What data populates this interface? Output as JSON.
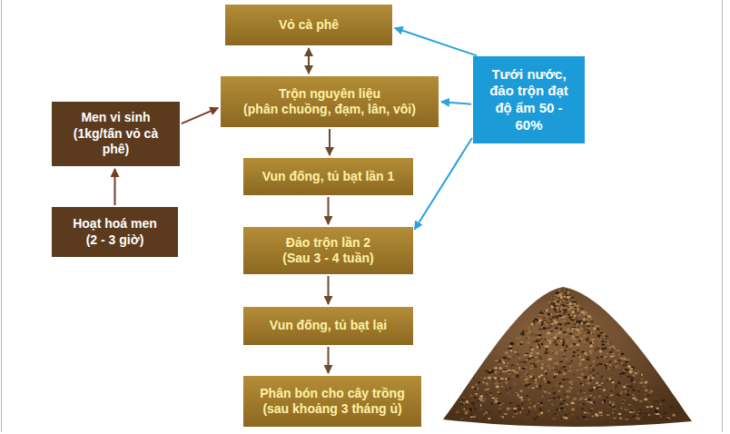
{
  "diagram": {
    "nodes": [
      {
        "text": [
          "Vỏ cà phê"
        ]
      },
      {
        "text": [
          "Trộn nguyên liệu",
          "(phân chuồng, đạm, lân, vôi)"
        ]
      },
      {
        "text": [
          "Men vi sinh",
          "(1kg/tấn vỏ cà phê)"
        ]
      },
      {
        "text": [
          "Tưới nước, đảo trộn đạt độ ẩm 50 - 60%"
        ]
      },
      {
        "text": [
          "Vun đống, tủ bạt lần 1"
        ]
      },
      {
        "text": [
          "Hoạt hoá men",
          "(2 - 3 giờ)"
        ]
      },
      {
        "text": [
          "Đảo trộn lần 2",
          "(Sau 3 - 4 tuần)"
        ]
      },
      {
        "text": [
          "Vun đống, tủ bạt lại"
        ]
      },
      {
        "text": [
          "Phân bón cho cây trồng",
          "(sau khoảng 3 tháng ủ)"
        ]
      }
    ],
    "edges": [
      {
        "from": 0,
        "to": 1,
        "arrow": "both"
      },
      {
        "from": 1,
        "to": 4,
        "arrow": "to"
      },
      {
        "from": 4,
        "to": 6,
        "arrow": "to"
      },
      {
        "from": 6,
        "to": 7,
        "arrow": "to"
      },
      {
        "from": 7,
        "to": 8,
        "arrow": "to"
      },
      {
        "from": 5,
        "to": 2,
        "arrow": "to"
      },
      {
        "from": 2,
        "to": 1,
        "arrow": "to"
      },
      {
        "from": 3,
        "to": 0,
        "arrow": "to"
      },
      {
        "from": 3,
        "to": 1,
        "arrow": "to"
      },
      {
        "from": 3,
        "to": 6,
        "arrow": "to"
      }
    ]
  }
}
